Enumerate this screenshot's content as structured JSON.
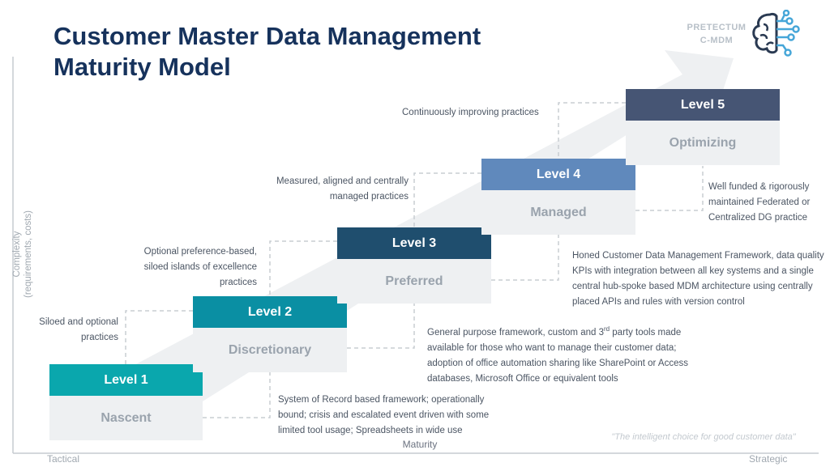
{
  "title_line1": "Customer Master Data Management",
  "title_line2": "Maturity Model",
  "logo": {
    "line1": "PRETECTUM",
    "line2": "C-MDM",
    "icon": "brain-circuit-icon"
  },
  "axes": {
    "y_label": "Complexity\n(requirements, costs)",
    "x_label": "Maturity",
    "x_left": "Tactical",
    "x_right": "Strategic"
  },
  "levels": [
    {
      "level": "Level 1",
      "name": "Nascent",
      "color": "#0aa7ad"
    },
    {
      "level": "Level 2",
      "name": "Discretionary",
      "color": "#0a8fa3"
    },
    {
      "level": "Level 3",
      "name": "Preferred",
      "color": "#1f4e6e"
    },
    {
      "level": "Level 4",
      "name": "Managed",
      "color": "#6089bc"
    },
    {
      "level": "Level 5",
      "name": "Optimizing",
      "color": "#465574"
    }
  ],
  "notes": {
    "l2_left": "Siloed and optional practices",
    "l3_left": "Optional preference-based, siloed islands of excellence practices",
    "l4_left": "Measured, aligned and centrally managed practices",
    "l5_left": "Continuously improving practices",
    "l1_right": "System of Record based framework;  operationally bound; crisis and escalated event driven  with some limited tool usage; Spreadsheets in wide use",
    "l2_right_pre": "General purpose framework, custom and 3",
    "l2_right_sup": "rd",
    "l2_right_post": " party tools made available for those who want to manage their customer data; adoption of office automation sharing like SharePoint or Access databases, Microsoft Office or equivalent tools",
    "l3_right": "Honed Customer Data Management Framework, data quality KPIs with integration between all key systems and a single central hub-spoke based MDM architecture using centrally placed APIs and rules with version control",
    "l4_right": "Well funded &  rigorously maintained Federated or Centralized DG practice"
  },
  "tagline": "\"The intelligent choice for good customer data\"",
  "colors": {
    "title": "#16325c",
    "box_body": "#eef0f2",
    "box_text": "#9aa3ad",
    "dashed": "#c8cdd2"
  }
}
